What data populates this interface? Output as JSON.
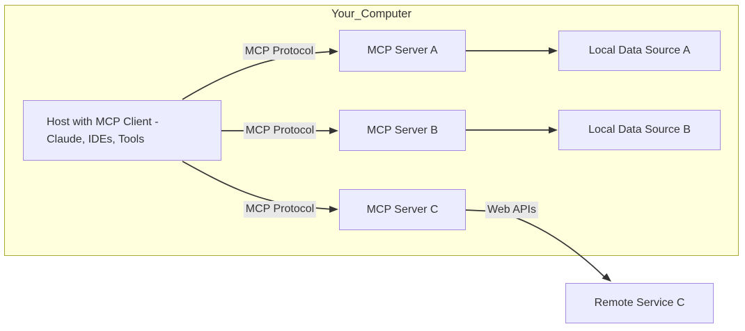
{
  "diagram": {
    "type": "flowchart",
    "cluster": {
      "title": "Your_Computer"
    },
    "nodes": {
      "host": {
        "line1": "Host with MCP Client -",
        "line2": "Claude, IDEs, Tools"
      },
      "server_a": {
        "label": "MCP Server A"
      },
      "server_b": {
        "label": "MCP Server B"
      },
      "server_c": {
        "label": "MCP Server C"
      },
      "local_a": {
        "label": "Local Data Source A"
      },
      "local_b": {
        "label": "Local Data Source B"
      },
      "remote_c": {
        "label": "Remote Service C"
      }
    },
    "edges": [
      {
        "from": "host",
        "to": "server_a",
        "label": "MCP Protocol"
      },
      {
        "from": "host",
        "to": "server_b",
        "label": "MCP Protocol"
      },
      {
        "from": "host",
        "to": "server_c",
        "label": "MCP Protocol"
      },
      {
        "from": "server_a",
        "to": "local_a",
        "label": ""
      },
      {
        "from": "server_b",
        "to": "local_b",
        "label": ""
      },
      {
        "from": "server_c",
        "to": "remote_c",
        "label": "Web APIs"
      }
    ],
    "colors": {
      "node_fill": "#ECECFF",
      "node_border": "#9370DB",
      "cluster_fill": "#ffffde",
      "cluster_border": "#aaaa33",
      "edge": "#333333",
      "edge_label_bg": "#e8e8e8",
      "text": "#333333",
      "page_bg": "#ffffff"
    }
  }
}
